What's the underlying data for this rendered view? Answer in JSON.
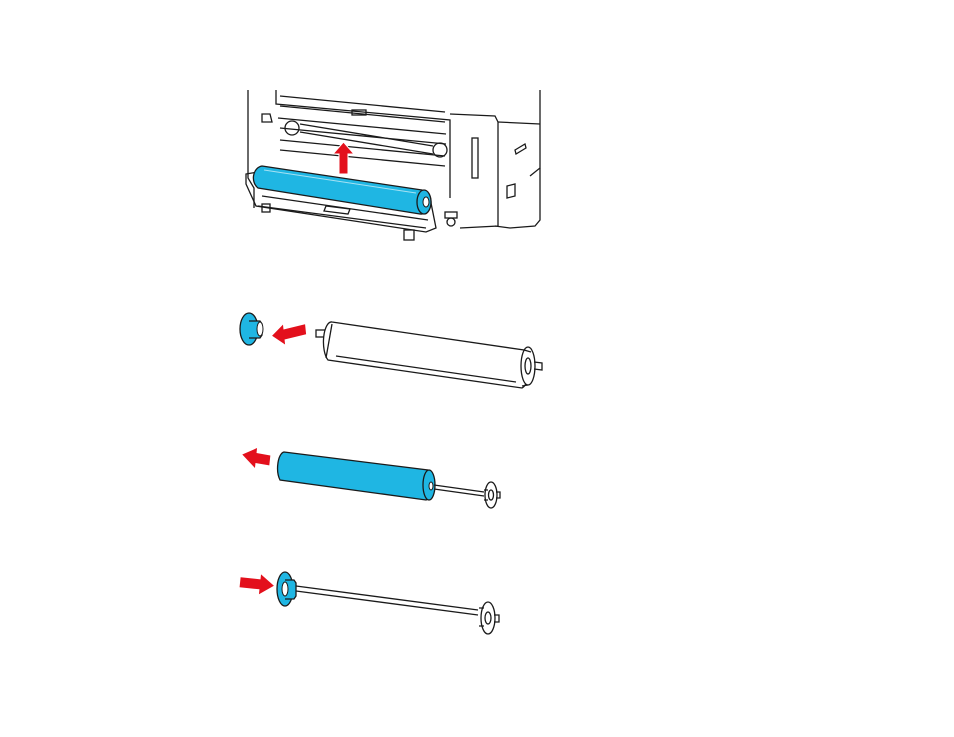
{
  "colors": {
    "roll_blue": "#1fb6e3",
    "arrow_red": "#e3101c",
    "line": "#1a1a1a",
    "paper": "#ffffff",
    "panel": "#f4f4f4"
  },
  "icons": {
    "step1": "printer-roll-lift-illustration",
    "step2": "flange-attach-illustration",
    "step3": "roll-remove-illustration",
    "step4": "spindle-flange-insert-illustration"
  }
}
